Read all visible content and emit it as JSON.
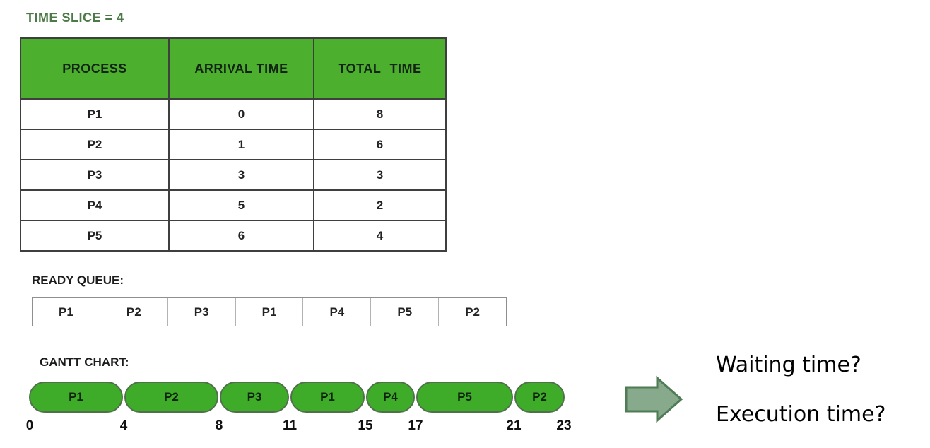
{
  "title": "TIME SLICE = 4",
  "process_table": {
    "headers": [
      "PROCESS",
      "ARRIVAL TIME",
      "TOTAL TIME"
    ],
    "rows": [
      {
        "process": "P1",
        "arrival_time": "0",
        "total_time": "8"
      },
      {
        "process": "P2",
        "arrival_time": "1",
        "total_time": "6"
      },
      {
        "process": "P3",
        "arrival_time": "3",
        "total_time": "3"
      },
      {
        "process": "P4",
        "arrival_time": "5",
        "total_time": "2"
      },
      {
        "process": "P5",
        "arrival_time": "6",
        "total_time": "4"
      }
    ]
  },
  "ready_queue": {
    "label": "READY QUEUE:",
    "items": [
      "P1",
      "P2",
      "P3",
      "P1",
      "P4",
      "P5",
      "P2"
    ]
  },
  "gantt": {
    "label": "GANTT CHART:",
    "segments": [
      "P1",
      "P2",
      "P3",
      "P1",
      "P4",
      "P5",
      "P2"
    ],
    "ticks": [
      "0",
      "4",
      "8",
      "11",
      "15",
      "17",
      "21",
      "23"
    ]
  },
  "annotations": {
    "question1": "Waiting time?",
    "question2": "Execution time?"
  },
  "colors": {
    "title_green": "#4c7a46",
    "table_header_green": "#4caf2e",
    "gantt_green": "#3fac29",
    "arrow_fill": "#87a98c",
    "arrow_border": "#4f7b55"
  },
  "chart_data": {
    "type": "gantt",
    "time_slice": 4,
    "processes": [
      {
        "process": "P1",
        "arrival_time": 0,
        "total_time": 8
      },
      {
        "process": "P2",
        "arrival_time": 1,
        "total_time": 6
      },
      {
        "process": "P3",
        "arrival_time": 3,
        "total_time": 3
      },
      {
        "process": "P4",
        "arrival_time": 5,
        "total_time": 2
      },
      {
        "process": "P5",
        "arrival_time": 6,
        "total_time": 4
      }
    ],
    "schedule": [
      {
        "process": "P1",
        "start": 0,
        "end": 4
      },
      {
        "process": "P2",
        "start": 4,
        "end": 8
      },
      {
        "process": "P3",
        "start": 8,
        "end": 11
      },
      {
        "process": "P1",
        "start": 11,
        "end": 15
      },
      {
        "process": "P4",
        "start": 15,
        "end": 17
      },
      {
        "process": "P5",
        "start": 17,
        "end": 21
      },
      {
        "process": "P2",
        "start": 21,
        "end": 23
      }
    ],
    "axis_ticks": [
      0,
      4,
      8,
      11,
      15,
      17,
      21,
      23
    ]
  }
}
